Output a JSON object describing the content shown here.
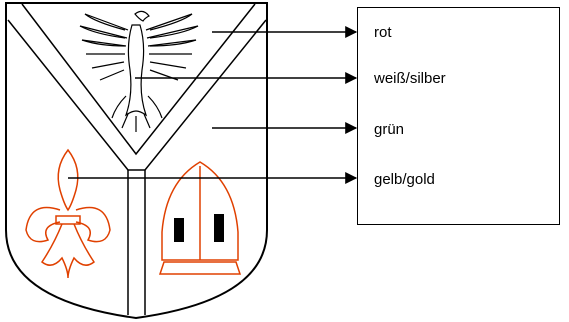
{
  "legend": {
    "items": [
      {
        "label": "rot",
        "color": "#e04000"
      },
      {
        "label": "weiß/silber",
        "color": "#ffffff"
      },
      {
        "label": "grün",
        "color": "#2e8b2e"
      },
      {
        "label": "gelb/gold",
        "color": "#e6b800"
      }
    ]
  },
  "emblem": {
    "upper_field": "eagle",
    "lower_left_field": "fleur-de-lis",
    "lower_right_field": "bishop-mitre",
    "outline_color": "#000000",
    "charge_color": "#e04000"
  }
}
